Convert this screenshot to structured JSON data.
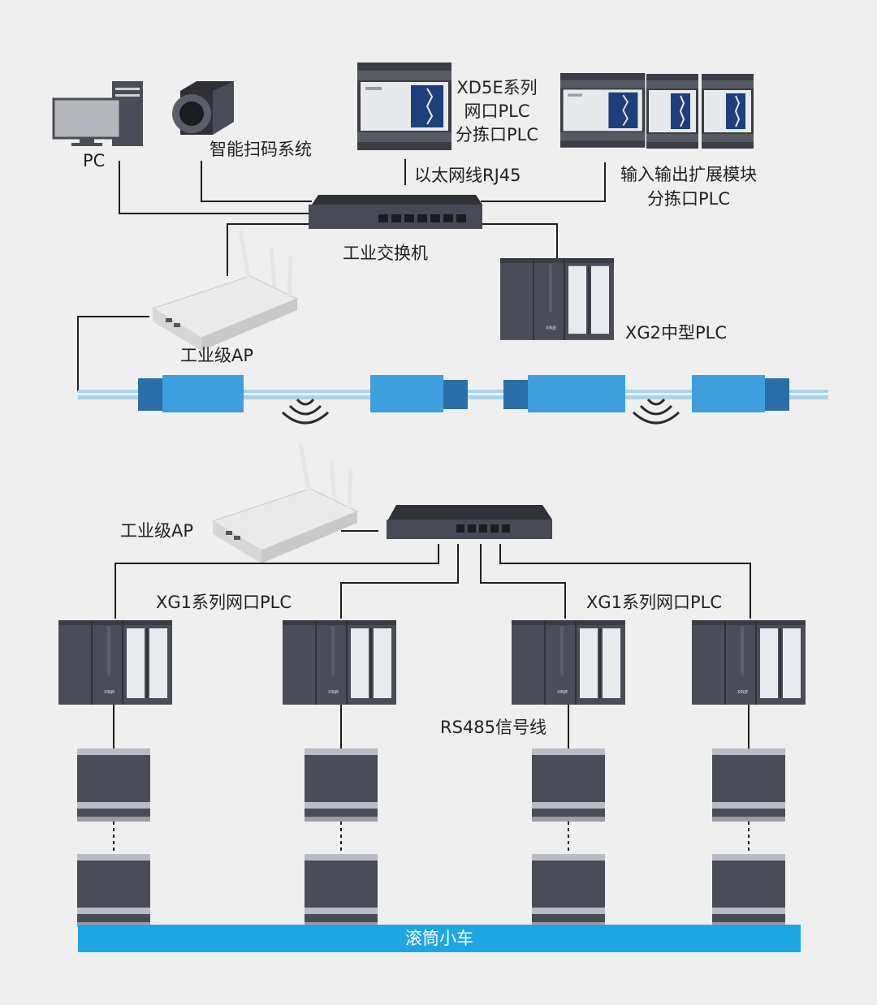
{
  "labels": {
    "pc": "PC",
    "scanner": "智能扫码系统",
    "xd5e_line1": "XD5E系列",
    "xd5e_line2": "网口PLC",
    "xd5e_line3": "分拣口PLC",
    "ethernet": "以太网线RJ45",
    "expansion_line1": "输入输出扩展模块",
    "expansion_line2": "分拣口PLC",
    "switch": "工业交换机",
    "xg2": "XG2中型PLC",
    "ap_top": "工业级AP",
    "ap_bottom": "工业级AP",
    "xg1_left": "XG1系列网口PLC",
    "xg1_right": "XG1系列网口PLC",
    "rs485": "RS485信号线",
    "cart": "滚筒小车"
  },
  "colors": {
    "background": "#efefef",
    "cable": "#1f1f1f",
    "device_dark": "#4a4d57",
    "rail_blue": "#3d9fdb",
    "cart_bar": "#1ea6e4"
  },
  "icons": [
    "pc-icon",
    "camera-icon",
    "switch-icon",
    "plc-icon",
    "ap-icon",
    "wifi-icon",
    "module-icon"
  ]
}
